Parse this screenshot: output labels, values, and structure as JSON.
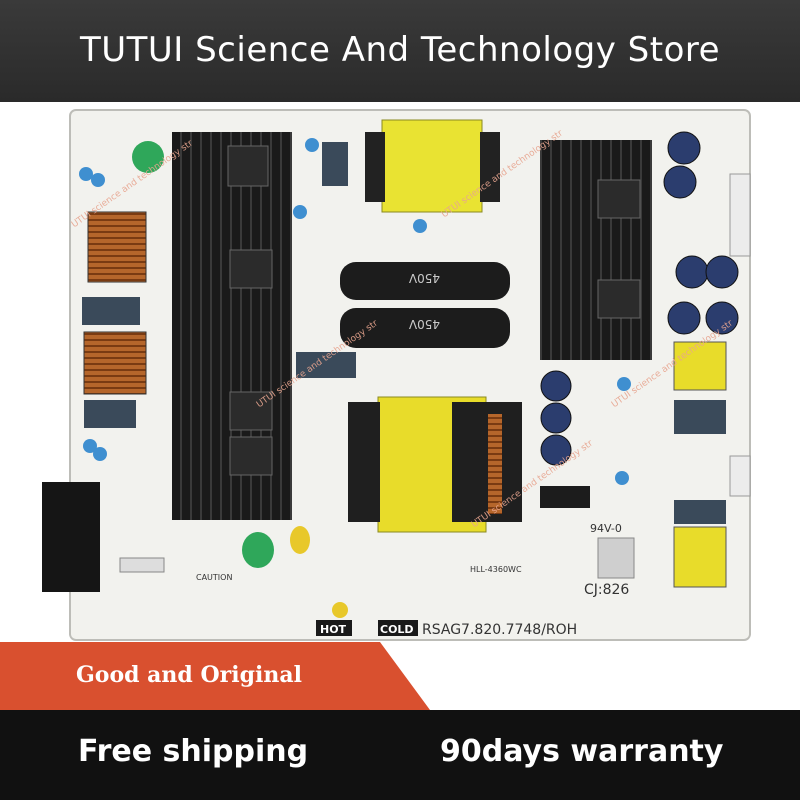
{
  "header": {
    "title": "TUTUI Science And Technology Store"
  },
  "board": {
    "part_number": "RSAG7.820.7748/ROH",
    "hot_label": "HOT",
    "cold_label": "COLD",
    "cap_label_top": "450V",
    "cap_label_bottom": "450V",
    "cj_label": "CJ:826",
    "rating": "94V-0",
    "model": "HLL-4360WC",
    "caution": "CAUTION"
  },
  "watermark": {
    "text": "UTUI science and technology str"
  },
  "banner": {
    "label": "Good and Original",
    "color": "#d9502f"
  },
  "footer": {
    "shipping": "Free shipping",
    "warranty": "90days warranty"
  }
}
